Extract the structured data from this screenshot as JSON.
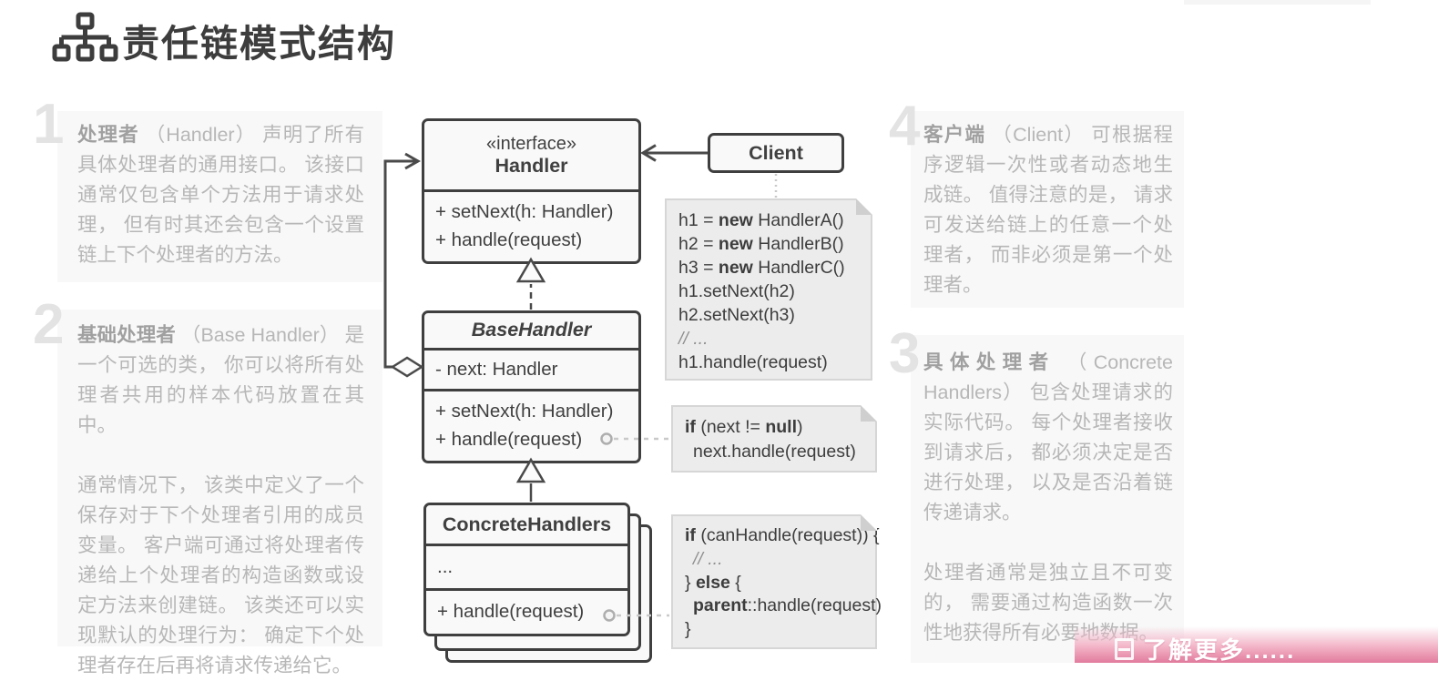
{
  "header": {
    "title": "责任链模式结构"
  },
  "annotations": {
    "h1": {
      "number": "1",
      "keyword": "处理者",
      "p1": "（Handler） 声明了所有具体处理者的通用接口。 该接口通常仅包含单个方法用于请求处理， 但有时其还会包含一个设置链上下个处理者的方法。"
    },
    "h2": {
      "number": "2",
      "keyword": "基础处理者",
      "p1": "（Base Handler） 是一个可选的类， 你可以将所有处理者共用的样本代码放置在其中。",
      "p2": "通常情况下， 该类中定义了一个保存对于下个处理者引用的成员变量。 客户端可通过将处理者传递给上个处理者的构造函数或设定方法来创建链。 该类还可以实现默认的处理行为： 确定下个处理者存在后再将请求传递给它。"
    },
    "h3": {
      "number": "3",
      "keyword": "具体处理者",
      "p1": "（Concrete Handlers） 包含处理请求的实际代码。 每个处理者接收到请求后， 都必须决定是否进行处理， 以及是否沿着链传递请求。",
      "p2": "处理者通常是独立且不可变的， 需要通过构造函数一次性地获得所有必要地数据。"
    },
    "h4": {
      "number": "4",
      "keyword": "客户端",
      "p1": "（Client） 可根据程序逻辑一次性或者动态地生成链。 值得注意的是， 请求可发送给链上的任意一个处理者， 而非必须是第一个处理者。"
    }
  },
  "uml": {
    "handler": {
      "stereotype": "«interface»",
      "name": "Handler",
      "m1": "+ setNext(h: Handler)",
      "m2": "+ handle(request)"
    },
    "client": {
      "name": "Client"
    },
    "base": {
      "name": "BaseHandler",
      "a1": "- next: Handler",
      "m1": "+ setNext(h: Handler)",
      "m2": "+ handle(request)"
    },
    "concrete": {
      "name": "ConcreteHandlers",
      "a1": "...",
      "m1": "+ handle(request)"
    }
  },
  "notes": {
    "client_code": {
      "a1": "h1 = ",
      "a2": "new",
      "a3": " HandlerA()",
      "b1": "h2 = ",
      "b2": "new",
      "b3": " HandlerB()",
      "c1": "h3 = ",
      "c2": "new",
      "c3": " HandlerC()",
      "d": "h1.setNext(h2)",
      "e": "h2.setNext(h3)",
      "f": "// ...",
      "g": "h1.handle(request)"
    },
    "next_check": {
      "a1": "if",
      "a2": " (next != ",
      "a3": "null",
      "a4": ")",
      "b": "next.handle(request)"
    },
    "can_handle": {
      "a1": "if",
      "a2": " (canHandle(request)) {",
      "b": "// ...",
      "c1": "} ",
      "c2": "else",
      "c3": " {",
      "d1": "parent",
      "d2": "::handle(request)",
      "e": "}"
    }
  },
  "banner": {
    "label": "了解更多......"
  },
  "colors": {
    "banner_pink": "#e27b9d",
    "box_border": "#3f3f3f",
    "note_bg": "#ececec",
    "annotation_text": "#b7b7b7"
  }
}
